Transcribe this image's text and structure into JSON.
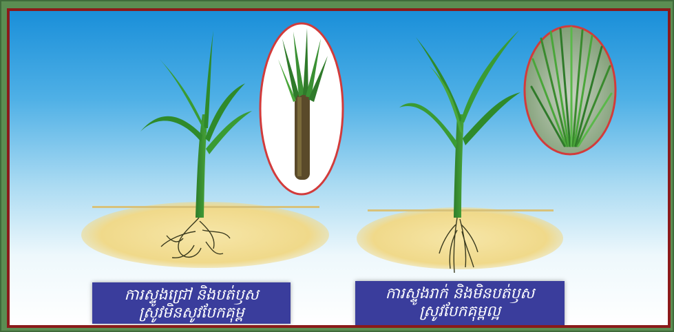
{
  "illustration": {
    "left_plant": {
      "icon": "rice-seedling-deep-planted-icon",
      "inset_icon": "seedling-bundle-closeup-icon",
      "caption_line1": "ការស្ទូងជ្រៅ និងបត់ឫស",
      "caption_line2": "ស្រូវមិនសូវបែកគុម្ព"
    },
    "right_plant": {
      "icon": "rice-seedling-shallow-planted-icon",
      "inset_icon": "rice-tillers-closeup-icon",
      "caption_line1": "ការស្ទូងរាក់ និងមិនបត់ឫស",
      "caption_line2": "ស្រូវបែកគុម្ពល្អ"
    },
    "colors": {
      "frame_green": "#5b8d52",
      "border_red": "#8b1a1a",
      "sky_blue": "#1a8fd9",
      "soil": "#f0d98a",
      "leaf_green": "#2f8a2a",
      "caption_blue": "#3a3d9c",
      "inset_outline": "#d23b3b"
    }
  }
}
